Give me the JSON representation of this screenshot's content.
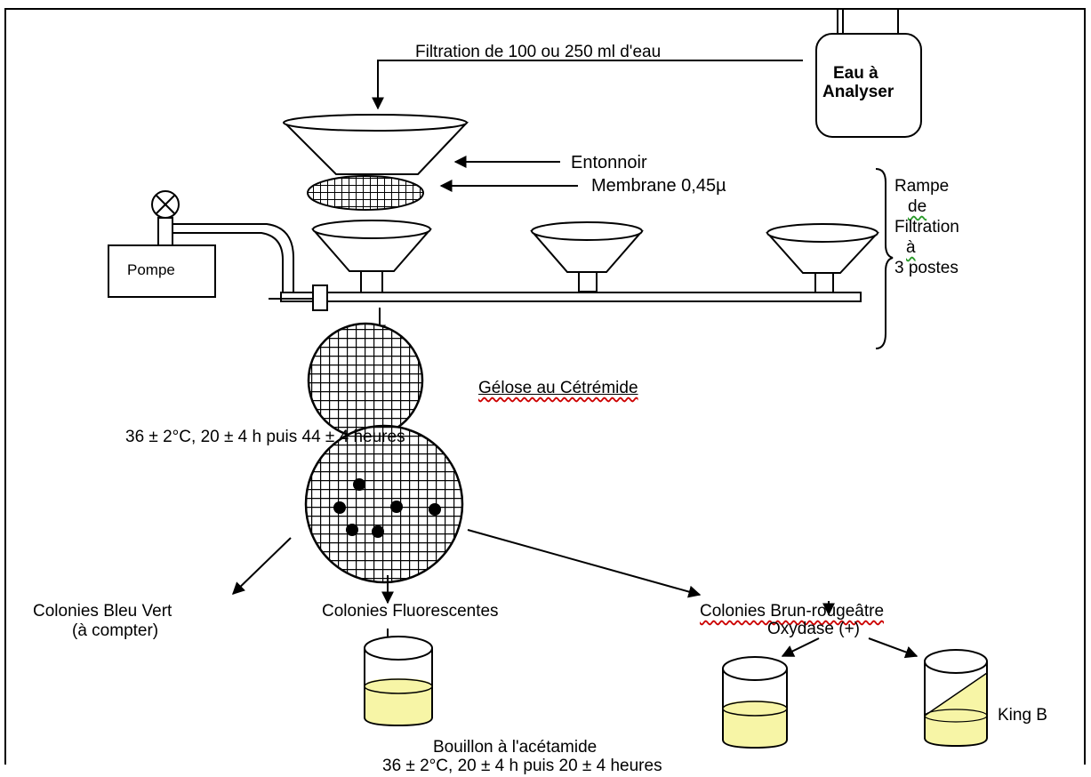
{
  "labels": {
    "filtration": "Filtration de 100 ou 250 ml d'eau",
    "eau_line1": "Eau à",
    "eau_line2": "Analyser",
    "entonnoir": "Entonnoir",
    "membrane": "Membrane 0,45µ",
    "rampe_1": "Rampe",
    "rampe_2": "de",
    "rampe_3": "Filtration",
    "rampe_4": "à",
    "rampe_5": "3 postes",
    "pompe": "Pompe",
    "gelose": "Gélose au Cétrémide",
    "incubation_1": "36 ± 2°C, 20 ± 4 h puis 44  ± 4 heures",
    "colonies_bleu_1": "Colonies Bleu Vert",
    "colonies_bleu_2": "(à compter)",
    "colonies_fluo": "Colonies Fluorescentes",
    "colonies_brun": "Colonies Brun-rougeâtre",
    "oxydase": "Oxydase (+)",
    "king_b": "King B",
    "bouillon_1": "Bouillon à l'acétamide",
    "bouillon_2": "36 ± 2°C, 20 ± 4 h puis 20 ± 4 heures"
  },
  "colors": {
    "medium_yellow": "#f7f5a6",
    "line": "#000000",
    "spell_red": "#cc0000",
    "spell_green": "#2a9a2a"
  }
}
